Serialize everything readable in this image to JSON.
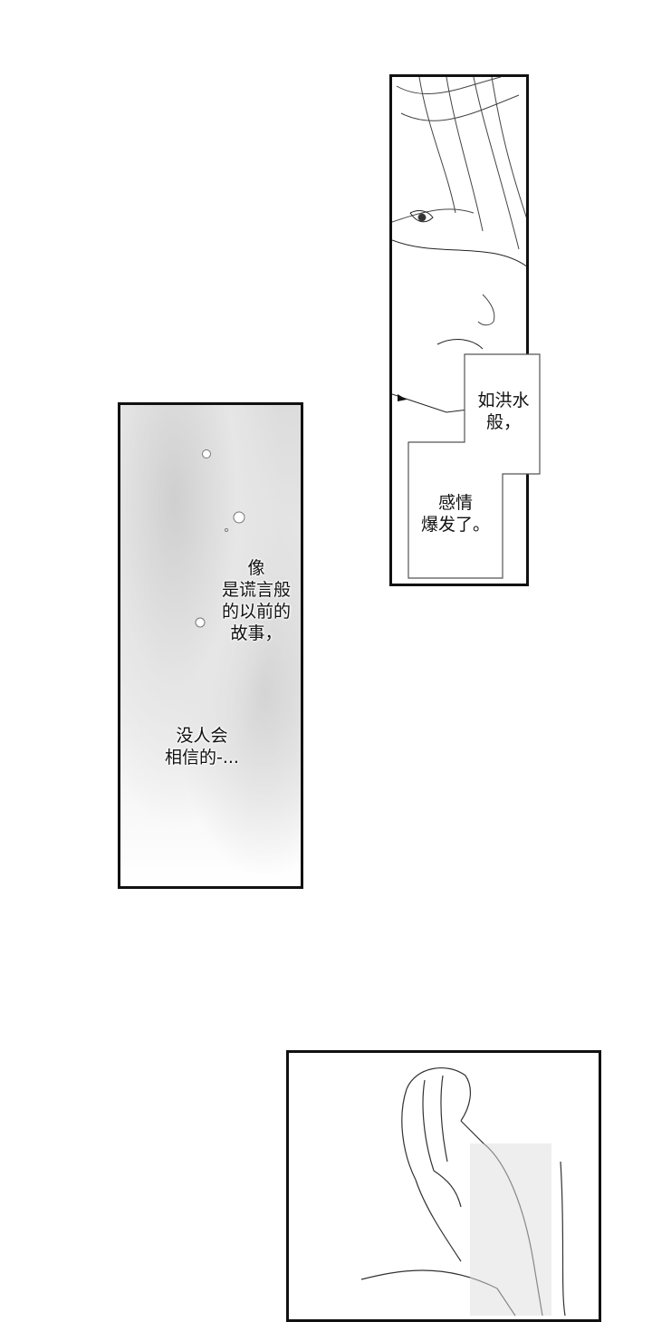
{
  "panels": [
    {
      "id": "face-closeup",
      "captions": [
        {
          "lines": [
            "如洪水",
            "般，"
          ]
        },
        {
          "lines": [
            "感情",
            "爆发了。"
          ]
        }
      ]
    },
    {
      "id": "bubbles-background",
      "captions": [
        {
          "lines": [
            "像",
            "是谎言般",
            "的以前的",
            "故事，"
          ]
        },
        {
          "lines": [
            "没人会",
            "相信的-..."
          ]
        }
      ]
    },
    {
      "id": "man-covering-face",
      "captions": []
    }
  ]
}
